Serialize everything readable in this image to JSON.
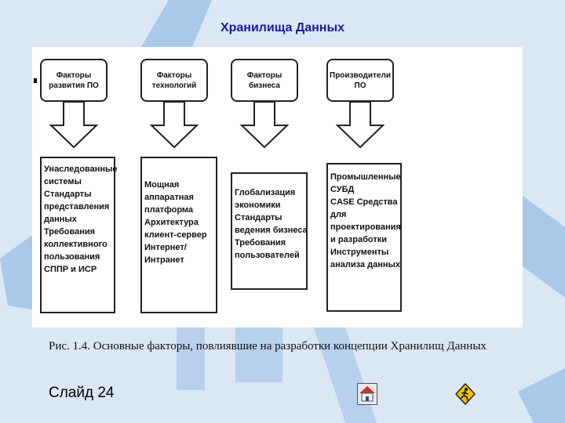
{
  "slide": {
    "title": "Хранилища  Данных",
    "caption": "Рис. 1.4.  Основные факторы, повлиявшие на разработки концепции Хранилищ Данных",
    "slide_number": "Слайд 24"
  },
  "diagram": {
    "columns": [
      {
        "header": "Факторы развития ПО",
        "items": [
          "Унаследованные",
          "системы",
          "Стандарты",
          "представления",
          "данных",
          "Требования",
          "коллективного",
          "пользования",
          "СППР и ИСР"
        ]
      },
      {
        "header": "Факторы технологий",
        "items": [
          "Мощная",
          "аппаратная",
          "платформа",
          "Архитектура",
          "клиент-сервер",
          "Интернет/",
          "Интранет"
        ]
      },
      {
        "header": "Факторы бизнеса",
        "items": [
          "Глобализация",
          "экономики",
          "Стандарты",
          "ведения бизнеса",
          "Требования",
          "пользователей"
        ]
      },
      {
        "header": "Производители ПО",
        "items": [
          "Промышленные",
          "СУБД",
          "CASE Средства",
          "для",
          "проектирования",
          "и разработки",
          "Инструменты",
          "анализа данных"
        ]
      }
    ]
  },
  "nav": {
    "home_icon": "home-icon",
    "exit_icon": "running-man-icon",
    "accent_color": "#1a1aa0"
  }
}
